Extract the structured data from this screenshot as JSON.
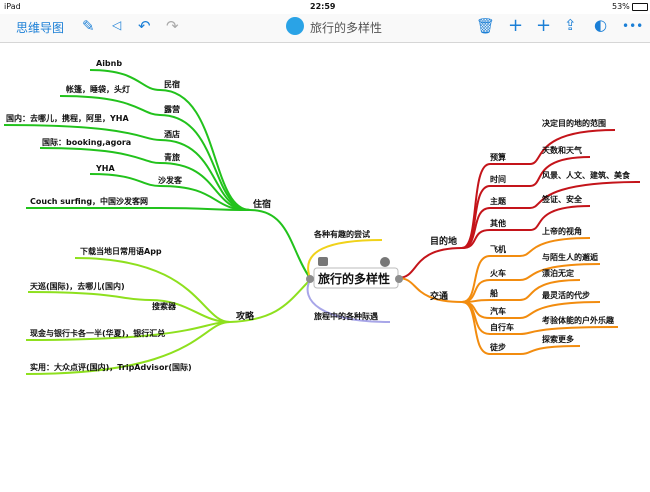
{
  "status": {
    "device": "iPad",
    "time": "22:59",
    "battery": "53%"
  },
  "toolbar": {
    "app_title": "思维导图",
    "doc_title": "旅行的多样性"
  },
  "colors": {
    "accent": "#1b7fd6",
    "lodging": "#22c21c",
    "strategy": "#8ee01e",
    "destination": "#c4141a",
    "transport": "#f28c0f",
    "fun": "#f0d21a",
    "encounters": "#a8a6e8"
  },
  "map": {
    "root": "旅行的多样性",
    "lodging": {
      "label": "住宿",
      "items": [
        "Aibnb",
        "帐篷，睡袋，头灯",
        "民宿",
        "露营",
        "国内：去哪儿，携程，阿里，YHA",
        "酒店",
        "国际：booking,agora",
        "青旅",
        "YHA",
        "沙发客",
        "Couch surfing，中国沙发客网"
      ]
    },
    "strategy": {
      "label": "攻略",
      "items": [
        "下载当地日常用语App",
        "天巡(国际)，去哪儿(国内)",
        "搜索器",
        "现金与银行卡各一半(华夏)，银行汇兑",
        "实用：大众点评(国内)，TripAdvisor(国际)"
      ]
    },
    "fun": "各种有趣的尝试",
    "encounters": "旅程中的各种际遇",
    "destination": {
      "label": "目的地",
      "items": [
        "预算",
        "决定目的地的范围",
        "时间",
        "天数和天气",
        "主题",
        "风景、人文、建筑、美食",
        "其他",
        "签证、安全"
      ]
    },
    "transport": {
      "label": "交通",
      "items": [
        "上帝的视角",
        "飞机",
        "与陌生人的邂逅",
        "火车",
        "漂泊无定",
        "船",
        "最灵活的代步",
        "汽车",
        "自行车",
        "考验体能的户外乐趣",
        "徒步",
        "探索更多"
      ]
    }
  }
}
